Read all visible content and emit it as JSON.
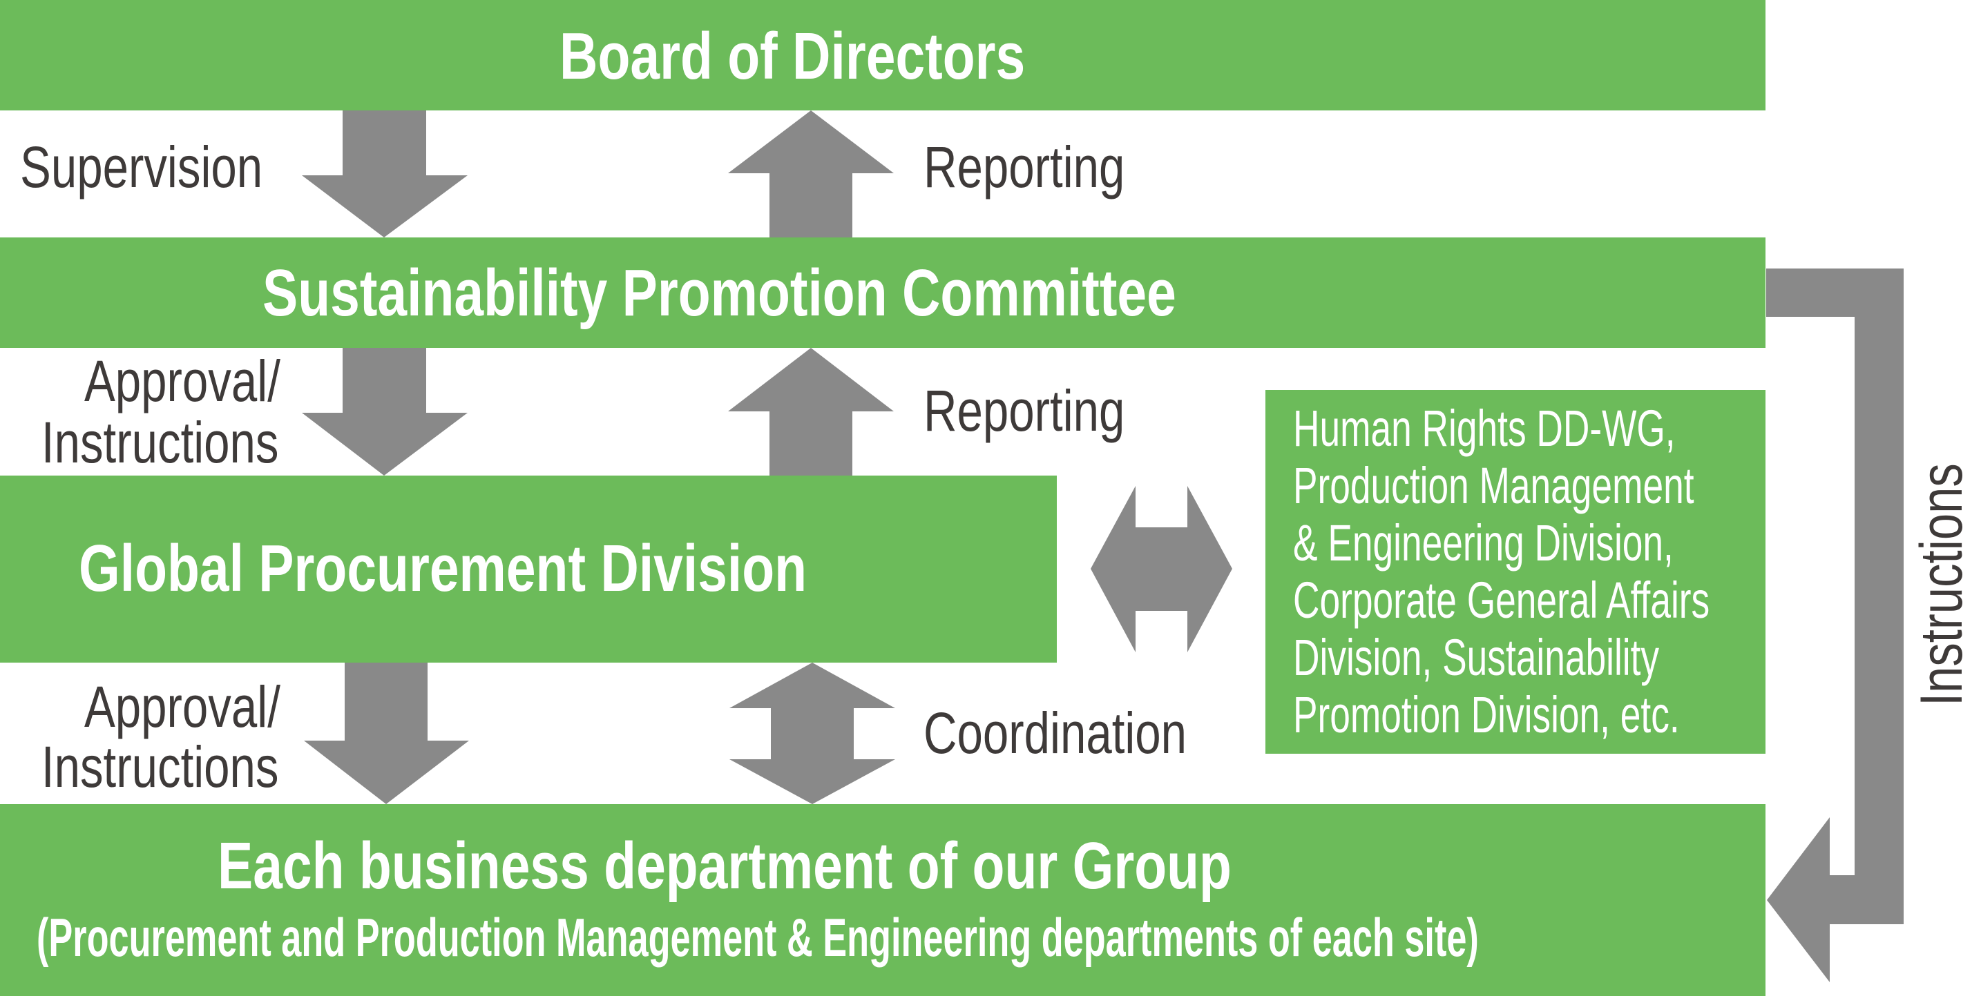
{
  "colors": {
    "box_green": "#6cbb5a",
    "arrow_gray": "#898989",
    "label_text": "#3e3a39",
    "box_text": "#ffffff"
  },
  "boxes": {
    "board": {
      "title": "Board of Directors"
    },
    "committee": {
      "title": "Sustainability Promotion Committee"
    },
    "procurement": {
      "title": "Global Procurement Division"
    },
    "business": {
      "title": "Each business department of our Group",
      "subtitle": "(Procurement and Production Management & Engineering departments of each site)"
    },
    "related_divisions": {
      "lines": [
        "Human Rights DD-WG,",
        "Production Management",
        "& Engineering Division,",
        "Corporate General Affairs",
        "Division, Sustainability",
        "Promotion Division, etc."
      ]
    }
  },
  "arrows": {
    "board_to_committee": {
      "label": "Supervision",
      "direction": "down"
    },
    "committee_to_board": {
      "label": "Reporting",
      "direction": "up"
    },
    "committee_to_procurement": {
      "label_line1": "Approval/",
      "label_line2": "Instructions",
      "direction": "down"
    },
    "procurement_to_committee": {
      "label": "Reporting",
      "direction": "up"
    },
    "procurement_to_business": {
      "label_line1": "Approval/",
      "label_line2": "Instructions",
      "direction": "down"
    },
    "procurement_business_coordination": {
      "label": "Coordination",
      "direction": "both"
    },
    "procurement_related_divisions": {
      "direction": "both"
    },
    "committee_to_business": {
      "label": "Instructions",
      "direction": "down"
    }
  }
}
